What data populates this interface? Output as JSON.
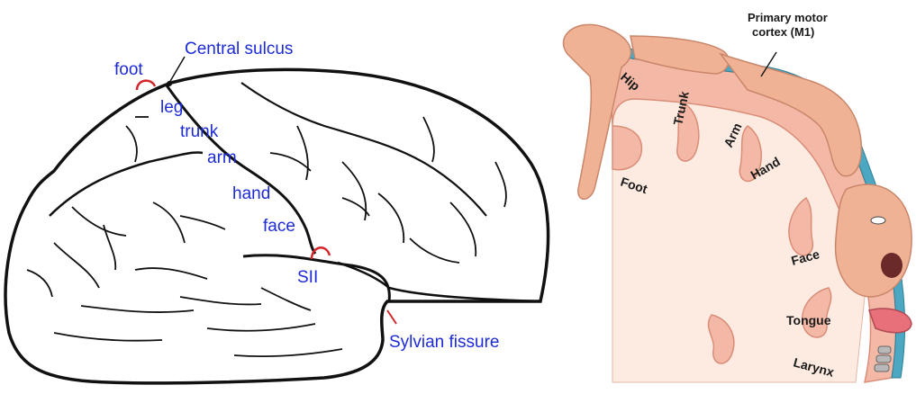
{
  "left_figure": {
    "labels": {
      "central_sulcus": "Central sulcus",
      "foot": "foot",
      "leg": "leg",
      "trunk": "trunk",
      "arm": "arm",
      "hand": "hand",
      "face": "face",
      "sii": "SII",
      "sylvian_fissure": "Sylvian fissure"
    },
    "colors": {
      "label": "#1d2bd6",
      "arrow": "#d4262a",
      "outline": "#111111"
    }
  },
  "right_figure": {
    "title_line1": "Primary motor",
    "title_line2": "cortex (M1)",
    "regions": {
      "hip": "Hip",
      "trunk": "Trunk",
      "arm": "Arm",
      "hand": "Hand",
      "foot": "Foot",
      "face": "Face",
      "tongue": "Tongue",
      "larynx": "Larynx"
    },
    "colors": {
      "cortex": "#f4b9a6",
      "white_matter": "#fdebe1",
      "surface": "#4ca8c2",
      "body": "#f0b295"
    }
  }
}
